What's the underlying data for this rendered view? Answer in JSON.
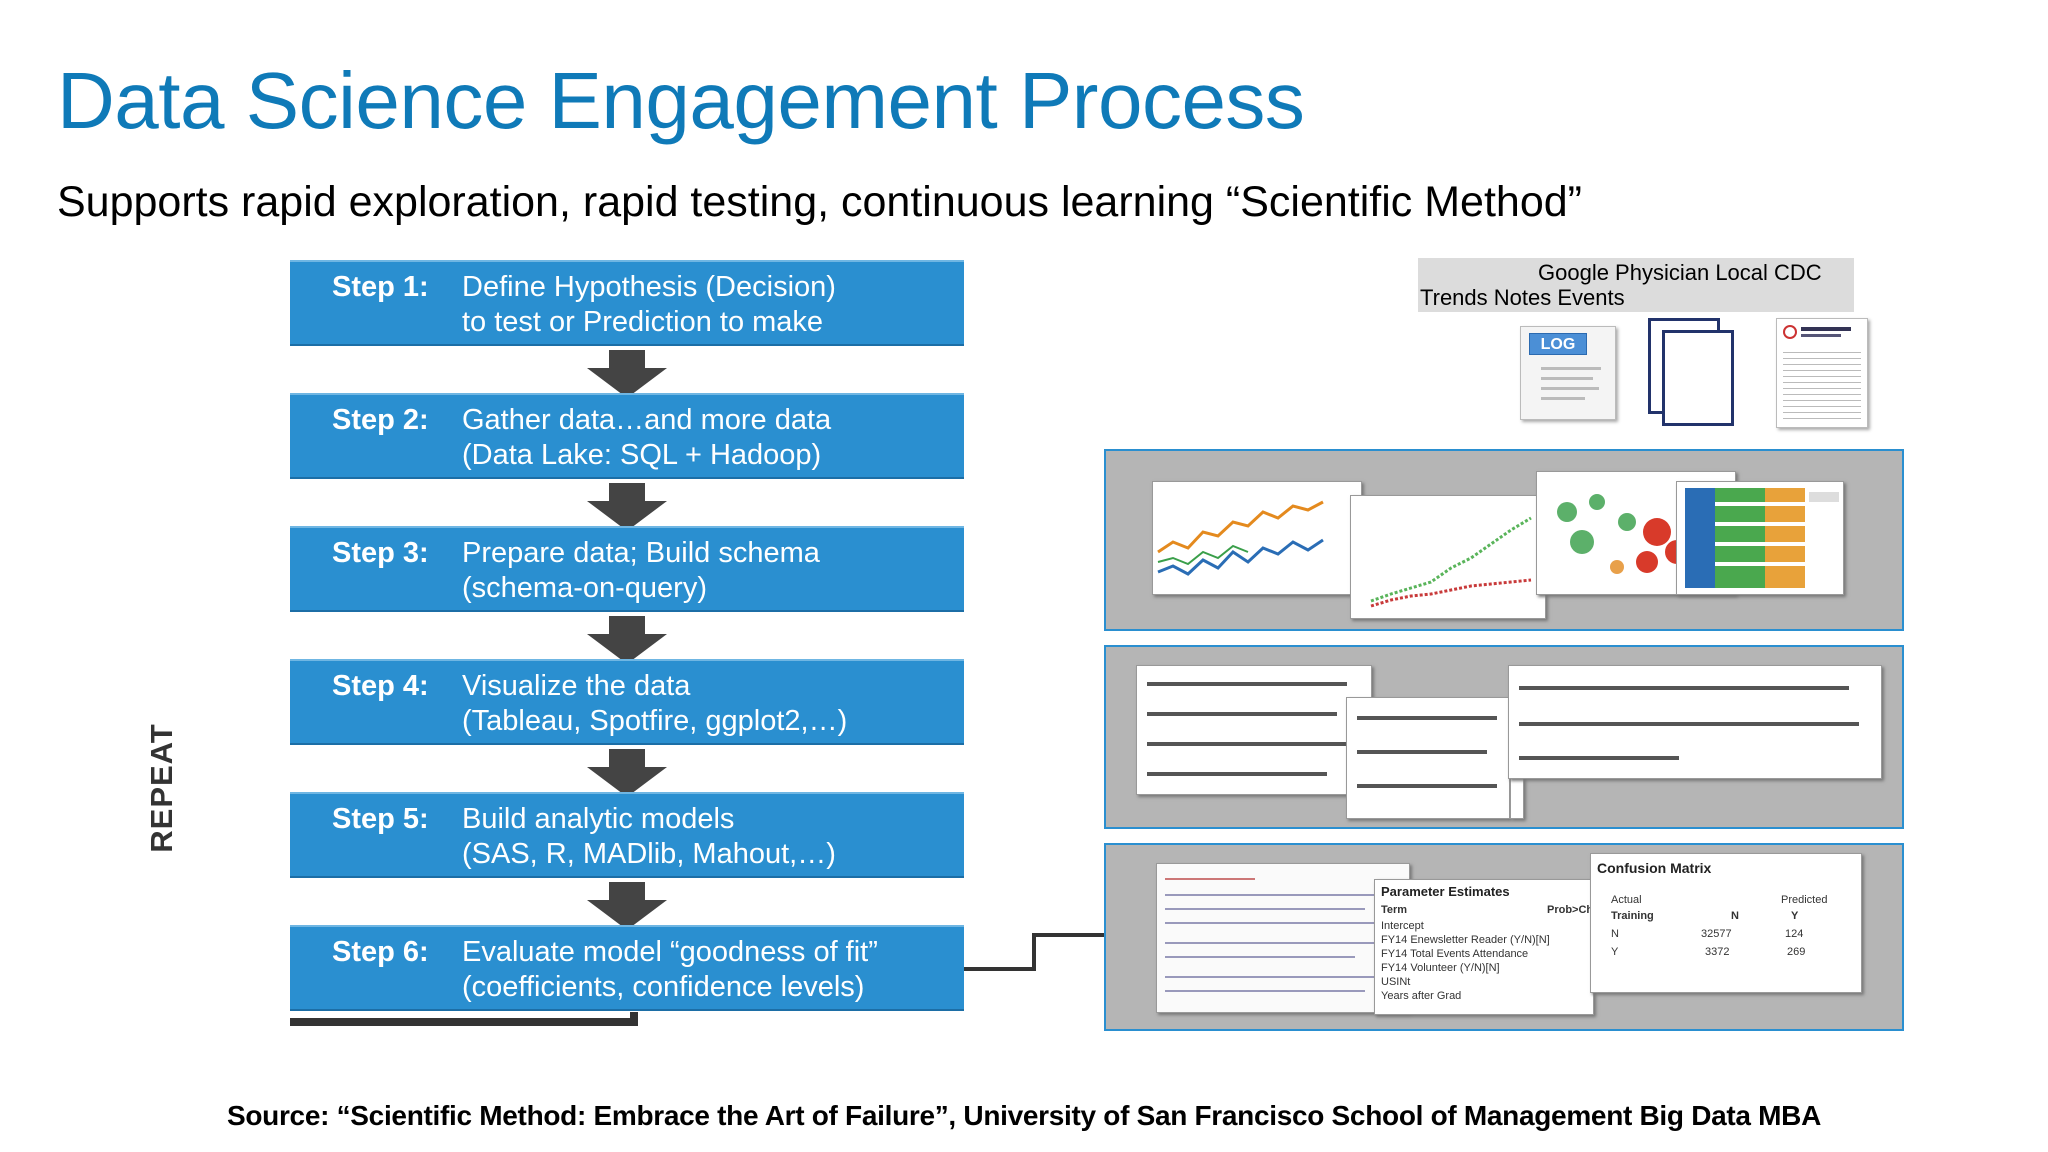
{
  "slide": {
    "title": "Data Science Engagement Process",
    "subtitle": "Supports rapid exploration, rapid testing, continuous learning “Scientific Method”",
    "repeat_label": "REPEAT",
    "source": "Source: “Scientific Method: Embrace the Art of Failure”, University of San Francisco School of Management Big Data MBA"
  },
  "steps": [
    {
      "label": "Step 1:",
      "line1": "Define Hypothesis (Decision)",
      "line2": "to test or Prediction to make"
    },
    {
      "label": "Step 2:",
      "line1": "Gather data…and more data",
      "line2": "(Data Lake: SQL + Hadoop)"
    },
    {
      "label": "Step 3:",
      "line1": "Prepare data; Build schema",
      "line2": "(schema-on-query)"
    },
    {
      "label": "Step 4:",
      "line1": "Visualize the data",
      "line2": "(Tableau, Spotfire, ggplot2,…)"
    },
    {
      "label": "Step 5:",
      "line1": "Build analytic models",
      "line2": "(SAS, R, MADlib, Mahout,…)"
    },
    {
      "label": "Step 6:",
      "line1": "Evaluate model “goodness of fit”",
      "line2": "(coefficients, confidence levels)"
    }
  ],
  "data_sources": {
    "row1": "Google Physician Local CDC",
    "row2": "Trends Notes Events",
    "log_badge": "LOG"
  },
  "evaluation": {
    "param_title": "Parameter Estimates",
    "param_col1": "Term",
    "param_col2": "Prob>Chi",
    "param_rows": [
      "Intercept",
      "FY14 Enewsletter Reader (Y/N)[N]",
      "FY14 Total Events Attendance",
      "FY14 Volunteer (Y/N)[N]",
      "USINt",
      "Years after Grad"
    ],
    "confusion_title": "Confusion Matrix",
    "cm_actual": "Actual",
    "cm_predicted": "Predicted",
    "cm_training": "Training",
    "cm_cols": [
      "N",
      "Y"
    ],
    "cm_rows": [
      {
        "label": "N",
        "values": [
          "32577",
          "124"
        ]
      },
      {
        "label": "Y",
        "values": [
          "3372",
          "269"
        ]
      }
    ]
  },
  "colors": {
    "title": "#0f7ab8",
    "step_fill": "#2a8fd0",
    "arrow": "#444444",
    "panel_border": "#2a8fd0"
  }
}
